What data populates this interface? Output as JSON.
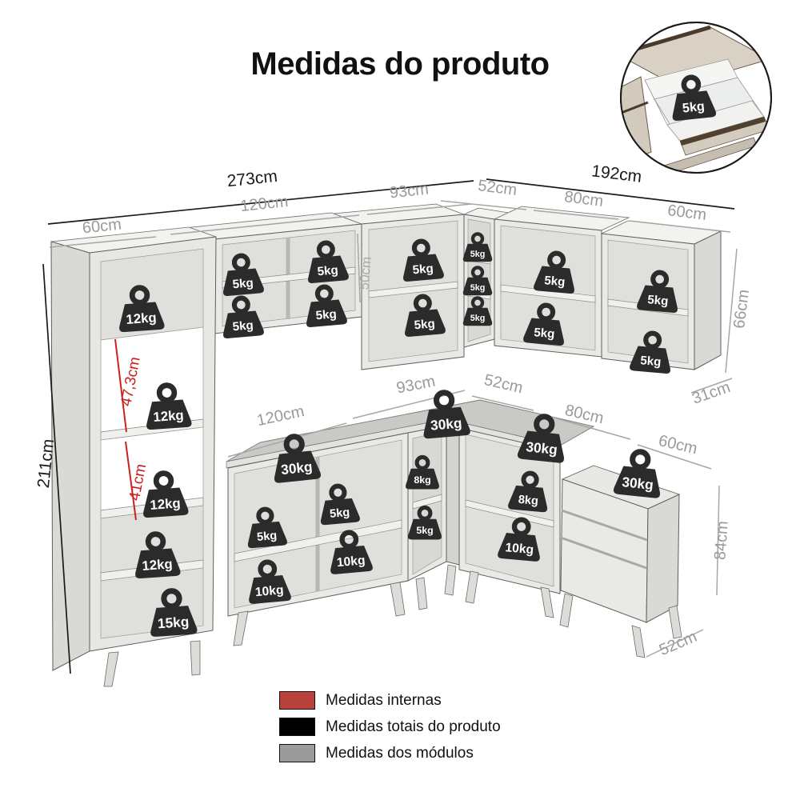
{
  "title": "Medidas do produto",
  "dims": {
    "total_left": "273cm",
    "total_right": "192cm",
    "total_height": "211cm",
    "upper_left": [
      "60cm",
      "120cm",
      "93cm"
    ],
    "upper_right": [
      "52cm",
      "80cm",
      "60cm"
    ],
    "hood_height": "50cm",
    "upper_height": "66cm",
    "upper_depth": "31cm",
    "internal_top": "47,3cm",
    "internal_bottom": "41cm",
    "base": [
      "120cm",
      "93cm",
      "52cm",
      "80cm",
      "60cm"
    ],
    "base_height": "84cm",
    "base_depth": "52cm"
  },
  "weights": {
    "upper_tall": [
      "12kg",
      "12kg",
      "12kg",
      "12kg",
      "15kg"
    ],
    "upper_120": [
      "5kg",
      "5kg",
      "5kg",
      "5kg"
    ],
    "upper_hood": [
      "5kg",
      "5kg"
    ],
    "upper_corner": [
      "5kg",
      "5kg",
      "5kg"
    ],
    "upper_80": [
      "5kg",
      "5kg"
    ],
    "upper_60": [
      "5kg",
      "5kg"
    ],
    "countertop": [
      "30kg",
      "30kg",
      "30kg",
      "30kg"
    ],
    "base_120": [
      "5kg",
      "5kg",
      "10kg",
      "10kg"
    ],
    "base_corner": [
      "8kg",
      "5kg"
    ],
    "base_80": [
      "8kg",
      "10kg"
    ],
    "inset": "5kg"
  },
  "legend": {
    "items": [
      {
        "color": "#b8413c",
        "label": "Medidas internas"
      },
      {
        "color": "#000000",
        "label": "Medidas totais do produto"
      },
      {
        "color": "#9b9b9b",
        "label": "Medidas dos módulos"
      }
    ]
  }
}
